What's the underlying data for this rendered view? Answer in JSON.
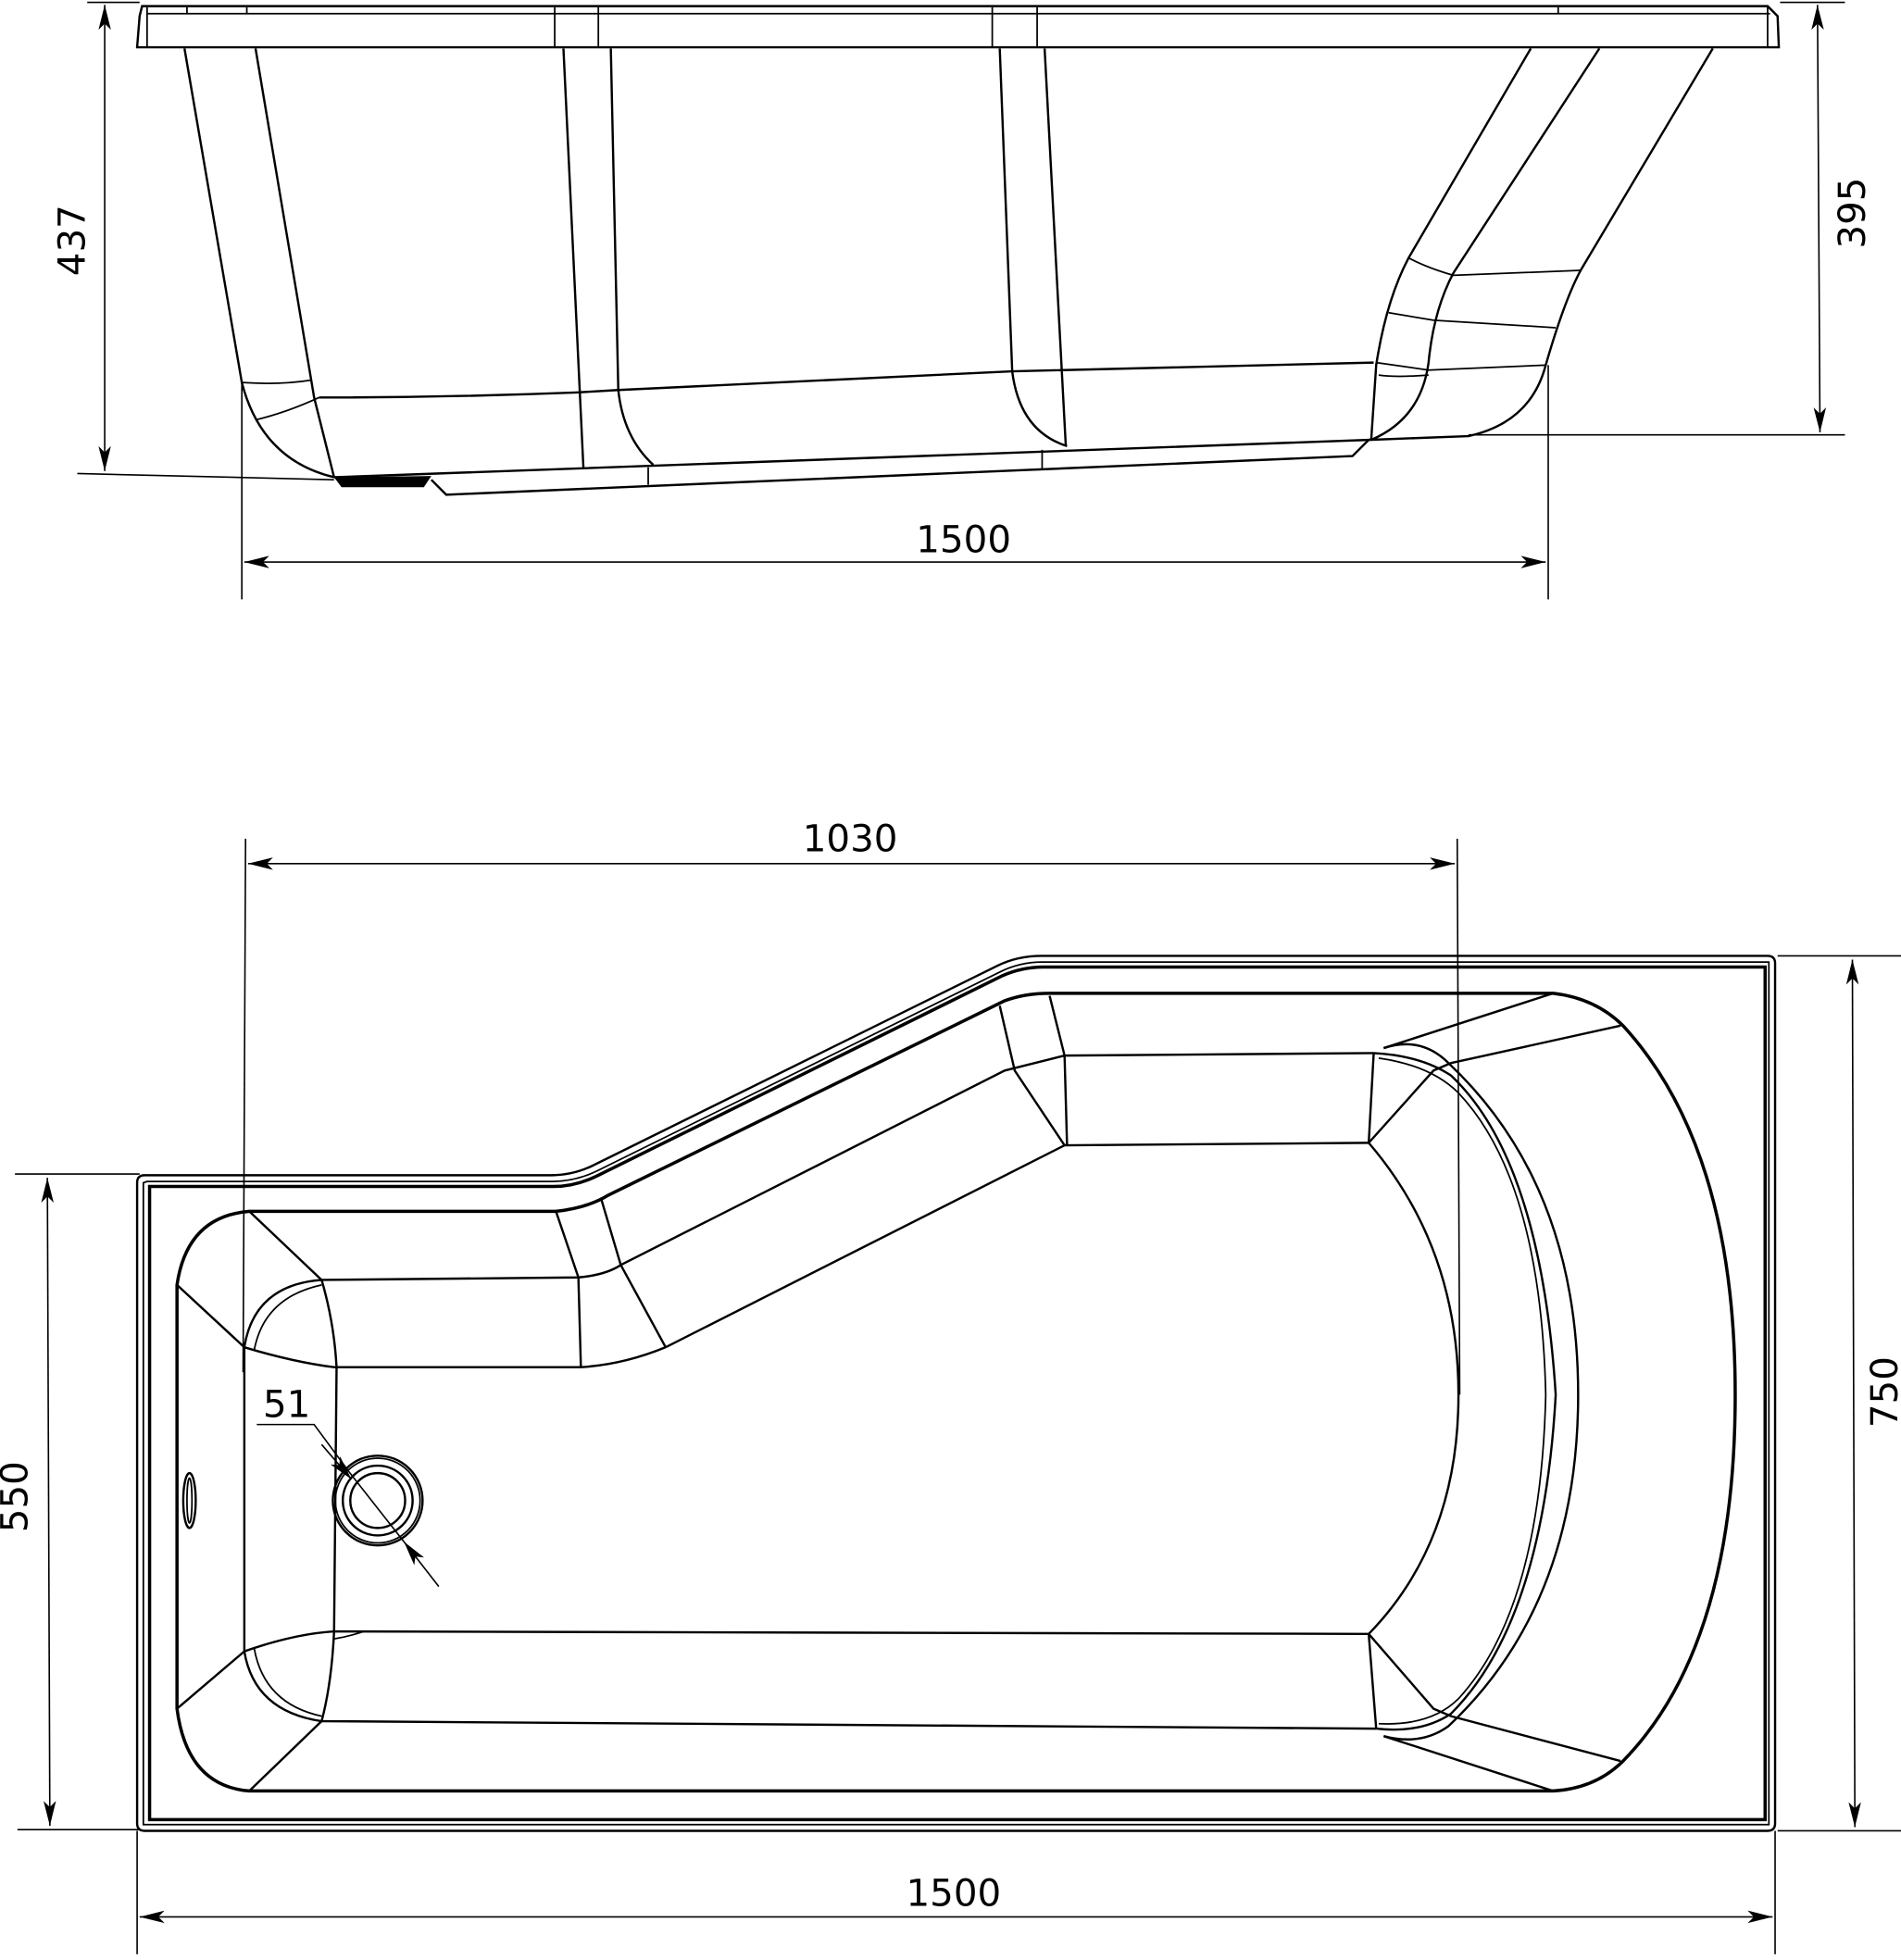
{
  "drawing": {
    "title": "Asymmetric bathtub technical drawing",
    "line_color": "#000000",
    "background": "#ffffff"
  },
  "side_view": {
    "dimensions": {
      "height_left": "437",
      "height_right": "395",
      "length": "1500"
    }
  },
  "top_view": {
    "dimensions": {
      "wide_section_length": "1030",
      "narrow_width": "550",
      "wide_width": "750",
      "total_length": "1500",
      "drain_diameter": "51"
    }
  }
}
